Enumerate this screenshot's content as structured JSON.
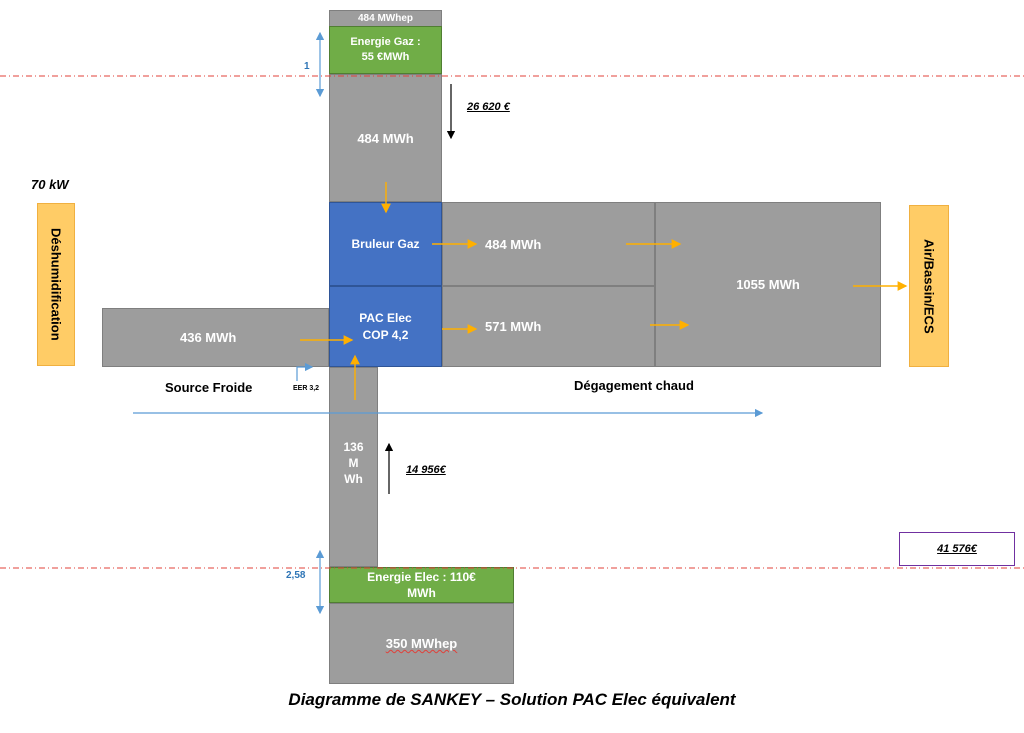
{
  "top": {
    "primary_label": "484 MWhep",
    "gas_energy_line1": "Energie Gaz :",
    "gas_energy_line2": "55 €MWh",
    "gas_flow_label": "484 MWh",
    "dimension_label": "1",
    "cost_label": "26 620 €"
  },
  "left": {
    "power_label": "70 kW",
    "dehumid_label": "Déshumidification",
    "cold_flow_label": "436 MWh",
    "source_label": "Source Froide",
    "eer_label": "EER 3,2"
  },
  "center": {
    "burner_label": "Bruleur Gaz",
    "pac_line1": "PAC Elec",
    "pac_line2": "COP 4,2",
    "flow1_label": "484 MWh",
    "flow2_label": "571 MWh",
    "total_label": "1055 MWh",
    "heat_release_label": "Dégagement chaud"
  },
  "right": {
    "output_label": "Air/Bassin/ECS",
    "total_cost_label": "41 576€"
  },
  "bottom": {
    "elec_flow_line1": "136",
    "elec_flow_line2": "M",
    "elec_flow_line3": "Wh",
    "cost_label": "14 956€",
    "dimension_label": "2,58",
    "elec_energy_line1": "Energie Elec : 110€",
    "elec_energy_line2": "MWh",
    "primary_label": "350 MWhep"
  },
  "caption": "Diagramme de SANKEY – Solution PAC Elec équivalent",
  "colors": {
    "flow_gray": "#9d9d9d",
    "converter_blue": "#4472c4",
    "energy_green": "#70ad47",
    "endpoint_orange": "#ffcc66",
    "arrow_orange": "#ffb000",
    "axis_blue": "#5b9bd5",
    "dashed_red": "#e0403a",
    "cost_box_purple": "#7030a0"
  }
}
